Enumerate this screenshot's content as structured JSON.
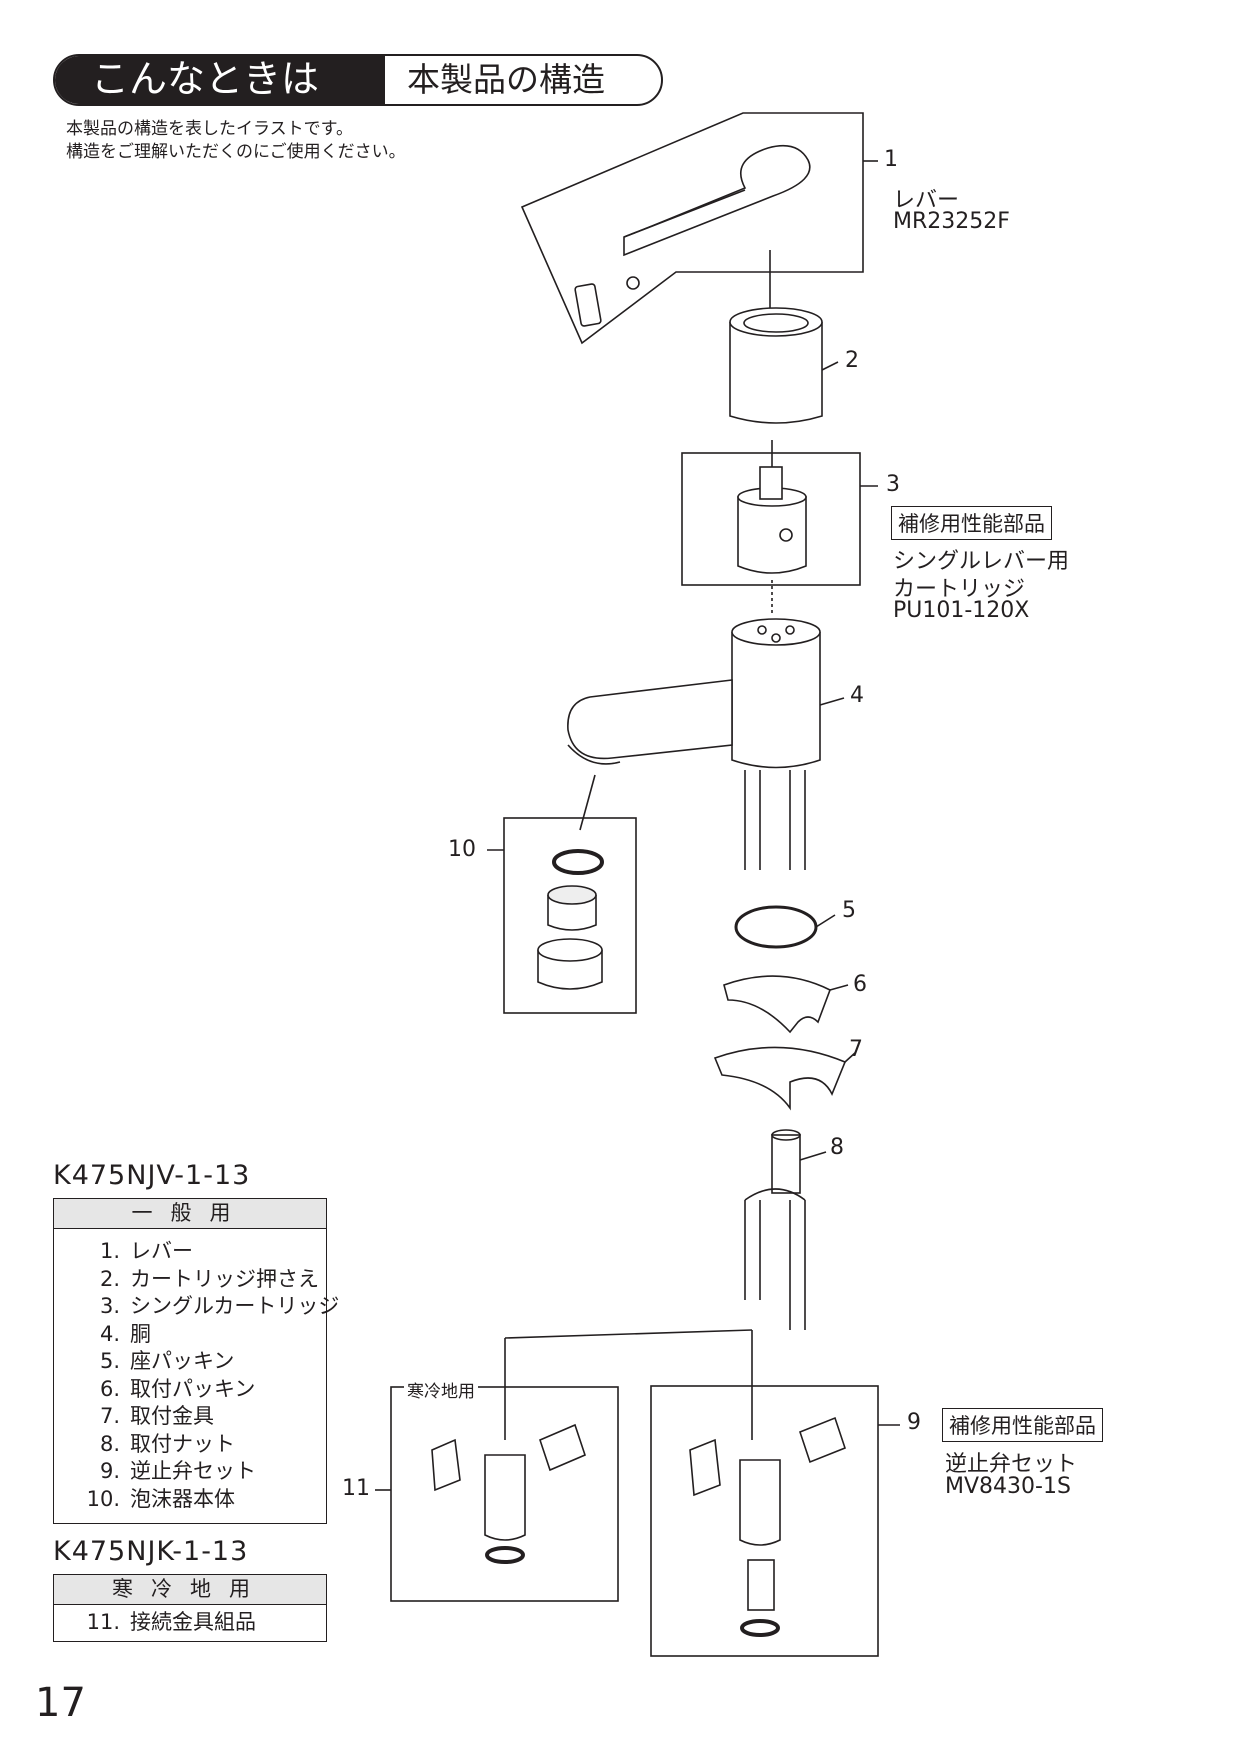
{
  "header": {
    "title": "こんなときは",
    "subtitle": "本製品の構造"
  },
  "intro": {
    "line1": "本製品の構造を表したイラストです。",
    "line2": "構造をご理解いただくのにご使用ください。"
  },
  "callouts": {
    "c1": {
      "num": "1",
      "name": "レバー",
      "code": "MR23252F"
    },
    "c2": {
      "num": "2"
    },
    "c3": {
      "num": "3",
      "badge": "補修用性能部品",
      "name1": "シングルレバー用",
      "name2": "カートリッジ",
      "code": "PU101-120X"
    },
    "c4": {
      "num": "4"
    },
    "c5": {
      "num": "5"
    },
    "c6": {
      "num": "6"
    },
    "c7": {
      "num": "7"
    },
    "c8": {
      "num": "8"
    },
    "c9": {
      "num": "9",
      "badge": "補修用性能部品",
      "name": "逆止弁セット",
      "code": "MV8430-1S"
    },
    "c10": {
      "num": "10"
    },
    "c11": {
      "num": "11",
      "label": "寒冷地用"
    }
  },
  "general": {
    "model": "K475NJV-1-13",
    "header": "一般用",
    "items": [
      {
        "n": "1.",
        "t": "レバー"
      },
      {
        "n": "2.",
        "t": "カートリッジ押さえ"
      },
      {
        "n": "3.",
        "t": "シングルカートリッジ"
      },
      {
        "n": "4.",
        "t": "胴"
      },
      {
        "n": "5.",
        "t": "座パッキン"
      },
      {
        "n": "6.",
        "t": "取付パッキン"
      },
      {
        "n": "7.",
        "t": "取付金具"
      },
      {
        "n": "8.",
        "t": "取付ナット"
      },
      {
        "n": "9.",
        "t": "逆止弁セット"
      },
      {
        "n": "10.",
        "t": "泡沫器本体"
      }
    ]
  },
  "cold": {
    "model": "K475NJK-1-13",
    "header": "寒冷地用",
    "items": [
      {
        "n": "11.",
        "t": "接続金具組品"
      }
    ]
  },
  "page_number": "17"
}
